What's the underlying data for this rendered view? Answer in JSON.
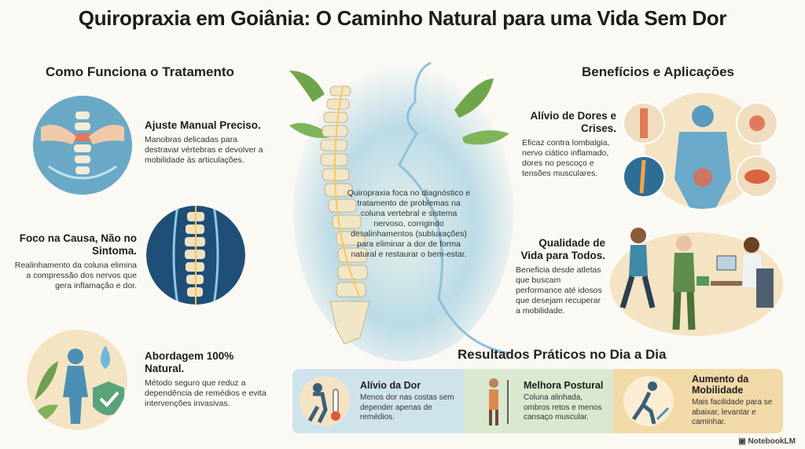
{
  "title": "Quiropraxia em Goiânia: O Caminho Natural para uma Vida Sem Dor",
  "left": {
    "heading": "Como Funciona o Tratamento",
    "items": [
      {
        "title": "Ajuste Manual Preciso.",
        "text": "Manobras delicadas para destravar vértebras e devolver a mobilidade às articulações."
      },
      {
        "title": "Foco na Causa, Não no Sintoma.",
        "text": "Realinhamento da coluna elimina a compressão dos nervos que gera inflamação e dor."
      },
      {
        "title": "Abordagem 100% Natural.",
        "text": "Método seguro que reduz a dependência de remédios e evita intervenções invasivas."
      }
    ]
  },
  "center": {
    "text": "Quiropraxia foca no diagnóstico e tratamento de problemas na coluna vertebral e sistema nervoso, corrigindo desalinhamentos (subluxações) para eliminar a dor de forma natural e restaurar o bem-estar."
  },
  "right": {
    "heading": "Benefícios e Aplicações",
    "items": [
      {
        "title": "Alívio de Dores e Crises.",
        "text": "Eficaz contra lombalgia, nervo ciático inflamado, dores no pescoço e tensões musculares."
      },
      {
        "title": "Qualidade de Vida para Todos.",
        "text": "Beneficia desde atletas que buscam performance até idosos que desejam recuperar a mobilidade."
      }
    ]
  },
  "results": {
    "heading": "Resultados Práticos no Dia a Dia",
    "items": [
      {
        "title": "Alívio da Dor",
        "text": "Menos dor nas costas sem depender apenas de remédios."
      },
      {
        "title": "Melhora Postural",
        "text": "Coluna alinhada, ombros retos e menos cansaço muscular."
      },
      {
        "title": "Aumento da Mobilidade",
        "text": "Mais facilidade para se abaixar, levantar e caminhar."
      }
    ]
  },
  "brand": "NotebookLM",
  "colors": {
    "blue": "#6fa8c8",
    "green": "#8fbf7a",
    "beige": "#f2d9a8",
    "sage": "#cfe0c5"
  }
}
